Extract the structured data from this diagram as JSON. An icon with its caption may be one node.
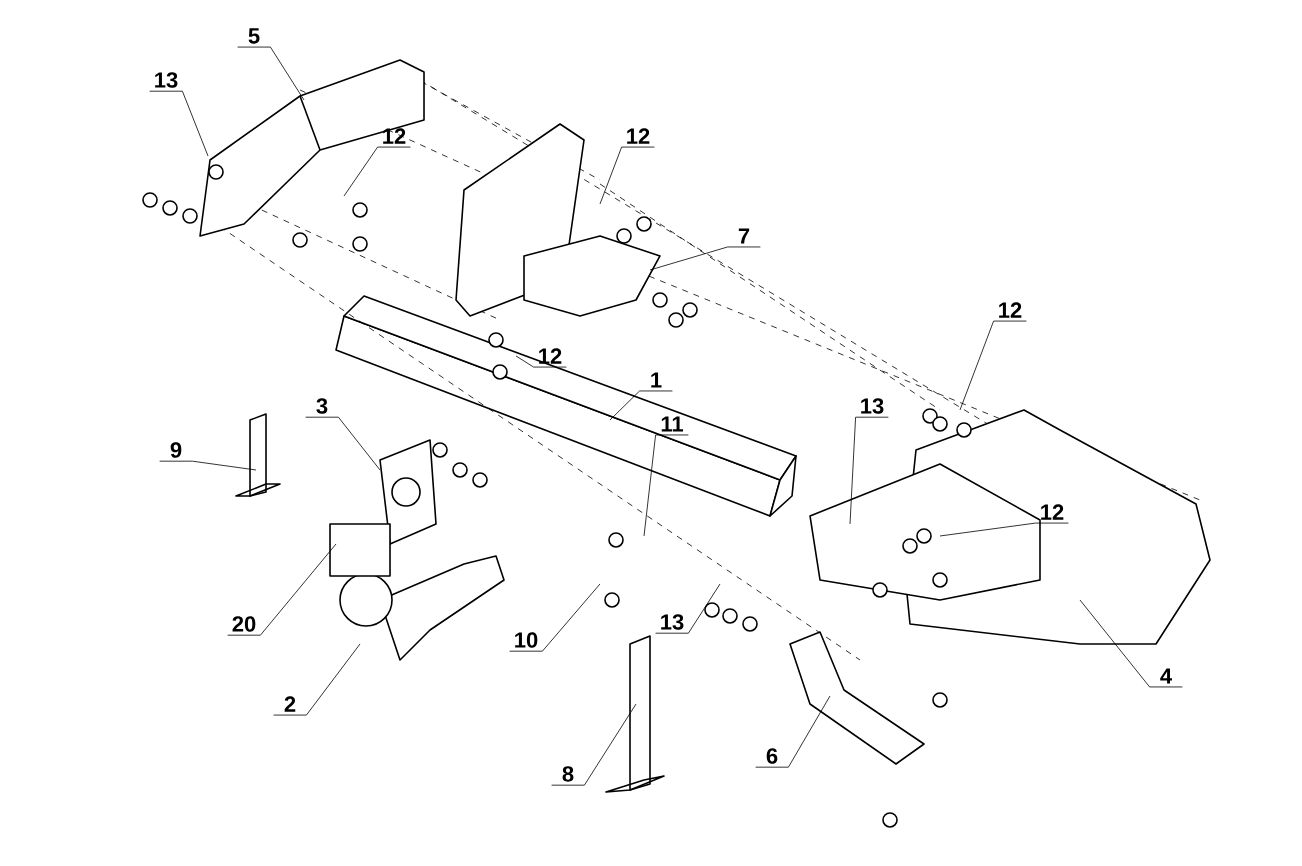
{
  "diagram": {
    "nodes": [
      {
        "text": [
          "5"
        ]
      },
      {
        "text": [
          "13"
        ]
      },
      {
        "text": [
          "12"
        ]
      },
      {
        "text": [
          "12"
        ]
      },
      {
        "text": [
          "7"
        ]
      },
      {
        "text": [
          "12"
        ]
      },
      {
        "text": [
          "1"
        ]
      },
      {
        "text": [
          "12"
        ]
      },
      {
        "text": [
          "13"
        ]
      },
      {
        "text": [
          "11"
        ]
      },
      {
        "text": [
          "3"
        ]
      },
      {
        "text": [
          "9"
        ]
      },
      {
        "text": [
          "20"
        ]
      },
      {
        "text": [
          "2"
        ]
      },
      {
        "text": [
          "10"
        ]
      },
      {
        "text": [
          "13"
        ]
      },
      {
        "text": [
          "12"
        ]
      },
      {
        "text": [
          "8"
        ]
      },
      {
        "text": [
          "6"
        ]
      },
      {
        "text": [
          "4"
        ]
      }
    ],
    "edges": [
      {
        "from": 0,
        "to": null,
        "arrow": "none"
      },
      {
        "from": 1,
        "to": null,
        "arrow": "none"
      },
      {
        "from": 2,
        "to": null,
        "arrow": "none"
      },
      {
        "from": 3,
        "to": null,
        "arrow": "none"
      },
      {
        "from": 4,
        "to": null,
        "arrow": "none"
      },
      {
        "from": 5,
        "to": null,
        "arrow": "none"
      },
      {
        "from": 6,
        "to": null,
        "arrow": "none"
      },
      {
        "from": 7,
        "to": null,
        "arrow": "none"
      },
      {
        "from": 8,
        "to": null,
        "arrow": "none"
      },
      {
        "from": 9,
        "to": null,
        "arrow": "none"
      },
      {
        "from": 10,
        "to": null,
        "arrow": "none"
      },
      {
        "from": 11,
        "to": null,
        "arrow": "none"
      },
      {
        "from": 12,
        "to": null,
        "arrow": "none"
      },
      {
        "from": 13,
        "to": null,
        "arrow": "none"
      },
      {
        "from": 14,
        "to": null,
        "arrow": "none"
      },
      {
        "from": 15,
        "to": null,
        "arrow": "none"
      },
      {
        "from": 16,
        "to": null,
        "arrow": "none"
      },
      {
        "from": 17,
        "to": null,
        "arrow": "none"
      },
      {
        "from": 18,
        "to": null,
        "arrow": "none"
      },
      {
        "from": 19,
        "to": null,
        "arrow": "none"
      }
    ]
  }
}
